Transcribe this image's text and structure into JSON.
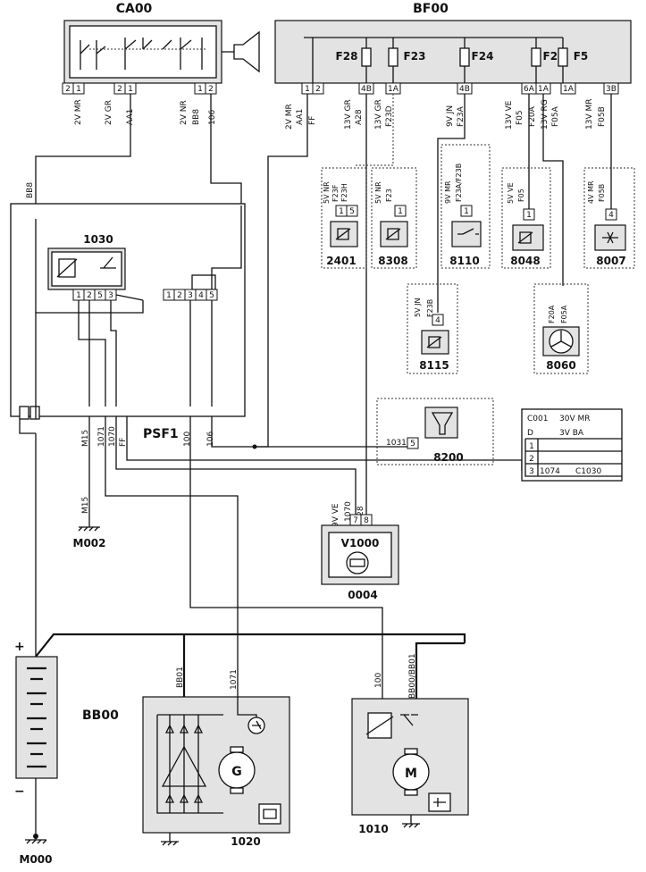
{
  "components": {
    "ca00": "CA00",
    "bf00": "BF00",
    "psf1": "PSF1",
    "relay_1030": "1030",
    "bb00": "BB00",
    "m000": "M000",
    "m002": "M002",
    "c001": "C001",
    "c001_spec": "30V MR",
    "c001_d": "D",
    "c001_3v": "3V BA",
    "c001_row3_wire": "1074",
    "c001_row3_conn": "C1030",
    "v1000": "V1000",
    "c0004": "0004",
    "c2401": "2401",
    "c8308": "8308",
    "c8110": "8110",
    "c8048": "8048",
    "c8007": "8007",
    "c8115": "8115",
    "c8060": "8060",
    "c8200": "8200",
    "c1020": "1020",
    "c1010": "1010"
  },
  "fuses": [
    "F28",
    "F23",
    "F24",
    "F20",
    "F5"
  ],
  "connectors": {
    "ca00_a": "2V MR",
    "ca00_b": "2V GR",
    "ca00_c": "2V NR",
    "bf00_a": "2V MR",
    "bf00_b": "13V GR",
    "bf00_c": "13V GR",
    "bf00_d": "9V JN",
    "bf00_e": "13V VE",
    "bf00_f": "13V RG",
    "bf00_g": "13V MR",
    "c2401": "5V NR",
    "c8308": "5V NR",
    "c8110": "9V MR",
    "c8048": "5V VE",
    "c8007": "4V MR",
    "c8115": "5V JN",
    "c0004": "9V VE"
  },
  "wires": {
    "aa1": "AA1",
    "bb8": "BB8",
    "w106": "106",
    "ff": "FF",
    "a28": "A28",
    "f23d": "F23D",
    "f23a": "F23A",
    "f05": "F05",
    "f20a": "F20A",
    "f05a": "F05A",
    "f05b": "F05B",
    "f23f": "F23F",
    "f23h": "F23H",
    "f23": "F23",
    "f23a_f23b": "F23A/F23B",
    "f23b": "F23B",
    "m15": "M15",
    "w1071": "1071",
    "w1070": "1070",
    "w100": "100",
    "w1031": "1031",
    "bb01": "BB01",
    "bb00_bb01": "BB00/BB01"
  },
  "pins": {
    "p1": "1",
    "p2": "2",
    "p3": "3",
    "p4": "4",
    "p5": "5",
    "p6a": "6A",
    "p1a": "1A",
    "p3b": "3B",
    "p4b": "4B",
    "p7": "7",
    "p8": "8"
  },
  "terminals": {
    "plus": "+",
    "minus": "−"
  },
  "symbols": {
    "generator": "G",
    "motor": "M"
  }
}
